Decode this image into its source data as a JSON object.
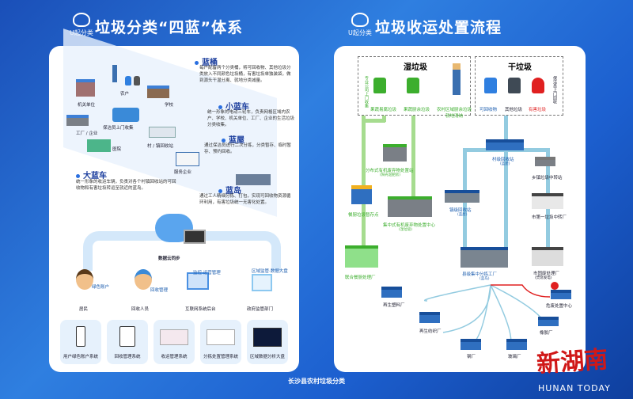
{
  "left": {
    "logo": "U起分类",
    "title": "垃圾分类“四蓝”体系",
    "items": [
      {
        "head": "蓝桶",
        "desc": "每户配备两个分类桶，将可回收物、其他垃圾分类放入不同颜色垃圾桶，有害垃圾单独装袋，做到源头干湿分离、就地分类减量。"
      },
      {
        "head": "小蓝车",
        "desc": "统一形象的电动三轮车，负责网格区域内农户、学校、机关单位、工厂、企业的生活垃圾分类收集。"
      },
      {
        "head": "蓝屋",
        "desc": "通过保洁员进行二次分拣，分类暂存、临时暂存、预约回收。"
      },
      {
        "head": "大蓝车",
        "desc": "统一形象的收运车辆，负责对各个村镇回收站的可回收物和有害垃圾转运至就近的蓝岛。"
      },
      {
        "head": "蓝岛",
        "desc": "通过工人精细分拣、打包，实现可回收物资源循环利用，有害垃圾统一无害化处置。"
      }
    ],
    "nodes": {
      "farmer": "农户",
      "gov": "机关单位",
      "school": "学校",
      "cleaner": "保洁员上门收集",
      "factory": "工厂 / 企业",
      "hospital": "医院",
      "station": "村 / 镇回收站",
      "company": "服务企业"
    },
    "cloud": "数据云同步",
    "roles": [
      {
        "name": "居民",
        "tag": "绿色账户"
      },
      {
        "name": "回收人员",
        "tag": "回收管理"
      },
      {
        "name": "互联网系统后台",
        "tag": "监控·运营管理"
      },
      {
        "name": "政府监管部门",
        "tag": "区域监管·数据大盘"
      }
    ],
    "systems": [
      "用户绿色账户系统",
      "回收管理系统",
      "收运管理系统",
      "分拣处置管理系统",
      "区域数据分析大盘"
    ]
  },
  "right": {
    "logo": "U起分类",
    "title": "垃圾收运处置流程",
    "wet": {
      "title": "湿垃圾",
      "side": "专业公司上门收集",
      "bins": [
        "果蔬易腐垃圾",
        "果蔬厨余垃圾"
      ],
      "farmer": "农村区域厨余垃圾就地消纳"
    },
    "dry": {
      "title": "干垃圾",
      "side": "保洁员上门回收",
      "bins": [
        "可回收物",
        "其他垃圾",
        "有害垃圾"
      ]
    },
    "nodes": {
      "compost": "分布式有机废弃物处置站",
      "compost_sub": "(阳光沤肥房)",
      "village": "村级回收站",
      "village_sub": "(蓝屋)",
      "transfer": "乡镇垃圾中转站",
      "kitchen": "餐厨垃圾暂存点",
      "organic": "集中式有机废弃物处置中心",
      "organic_sub": "(湿垃圾)",
      "town": "镇级回收站",
      "town_sub": "(蓝屋)",
      "city": "市第一垃圾中转厂",
      "joint": "联合餐厨处理厂",
      "county": "县级集中分拣工厂",
      "county_sub": "(蓝岛)",
      "waste": "市固废处理厂",
      "waste_sub": "(焚烧发电)"
    },
    "plants": [
      "再生塑料厂",
      "再生纺织厂",
      "危废处置中心",
      "橡胶厂",
      "钢厂",
      "玻璃厂"
    ]
  },
  "footer": "长沙县农村垃圾分类",
  "watermark": {
    "cn": "新湖南",
    "en": "HUNAN TODAY"
  },
  "colors": {
    "bg": "#2f7fe0",
    "green": "#3cae2d",
    "blue": "#2f6fc0",
    "red": "#e02020"
  }
}
